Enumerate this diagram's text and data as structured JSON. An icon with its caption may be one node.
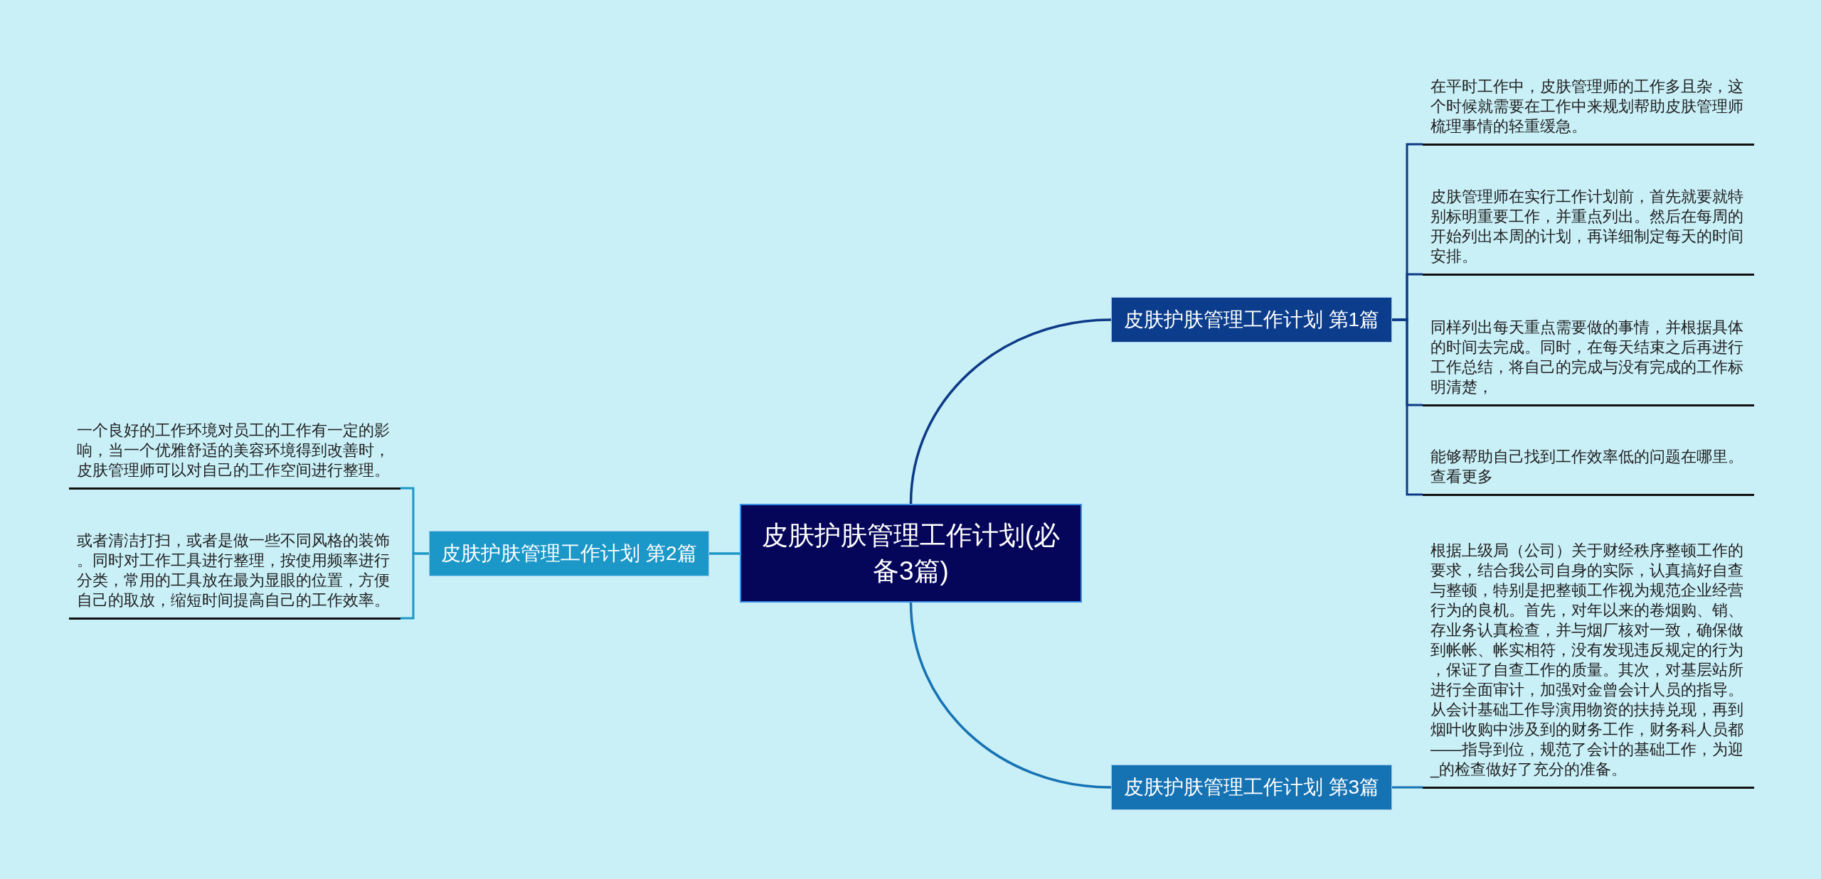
{
  "diagram": {
    "nodes": [
      {
        "text": [
          "皮肤护肤管理工作计划(必备3篇)"
        ]
      },
      {
        "text": [
          "皮肤护肤管理工作计划 第1篇"
        ]
      },
      {
        "text": [
          "在平时工作中，皮肤管理师的工作多且杂，这个时候就需要在工作中来规划帮助皮肤管理师梳理事情的轻重缓急。"
        ]
      },
      {
        "text": [
          "皮肤管理师在实行工作计划前，首先就要就特别标明重要工作，并重点列出。然后在每周的开始列出本周的计划，再详细制定每天的时间安排。"
        ]
      },
      {
        "text": [
          "同样列出每天重点需要做的事情，并根据具体的时间去完成。同时，在每天结束之后再进行工作总结，将自己的完成与没有完成的工作标明清楚，"
        ]
      },
      {
        "text": [
          "能够帮助自己找到工作效率低的问题在哪里。查看更多"
        ]
      },
      {
        "text": [
          "皮肤护肤管理工作计划 第2篇"
        ]
      },
      {
        "text": [
          "一个良好的工作环境对员工的工作有一定的影响，当一个优雅舒适的美容环境得到改善时，皮肤管理师可以对自己的工作空间进行整理。"
        ]
      },
      {
        "text": [
          "或者清洁打扫，或者是做一些不同风格的装饰。同时对工作工具进行整理，按使用频率进行分类，常用的工具放在最为显眼的位置，方便自己的取放，缩短时间提高自己的工作效率。"
        ]
      },
      {
        "text": [
          "皮肤护肤管理工作计划 第3篇"
        ]
      },
      {
        "text": [
          "根据上级局（公司）关于财经秩序整顿工作的要求，结合我公司自身的实际，认真搞好自查与整顿，特别是把整顿工作视为规范企业经营行为的良机。首先，对年以来的卷烟购、销、存业务认真检查，并与烟厂核对一致，确保做到帐帐、帐实相符，没有发现违反规定的行为，保证了自查工作的质量。其次，对基层站所进行全面审计，加强对金曾会计人员的指导。从会计基础工作导演用物资的扶持兑现，再到烟叶收购中涉及到的财务工作，财务科人员都——指导到位，规范了会计的基础工作，为迎_的检查做好了充分的准备。"
        ]
      }
    ],
    "edges": [
      {
        "from": 0,
        "to": 1,
        "arrow": "none"
      },
      {
        "from": 1,
        "to": 2,
        "arrow": "none"
      },
      {
        "from": 1,
        "to": 3,
        "arrow": "none"
      },
      {
        "from": 1,
        "to": 4,
        "arrow": "none"
      },
      {
        "from": 1,
        "to": 5,
        "arrow": "none"
      },
      {
        "from": 0,
        "to": 6,
        "arrow": "none",
        "color": "#1c98c8"
      },
      {
        "from": 6,
        "to": 7,
        "arrow": "none",
        "color": "#1c98c8"
      },
      {
        "from": 6,
        "to": 8,
        "arrow": "none",
        "color": "#1c98c8"
      },
      {
        "from": 0,
        "to": 9,
        "arrow": "none",
        "color": "#1572b3"
      },
      {
        "from": 9,
        "to": 10,
        "arrow": "none",
        "color": "#1572b3"
      }
    ]
  }
}
